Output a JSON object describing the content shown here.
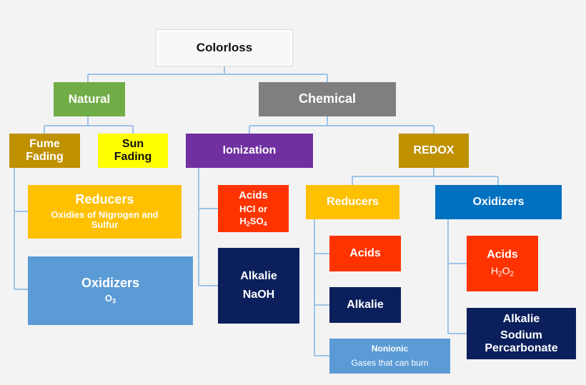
{
  "colors": {
    "connector": "#9dc3e6",
    "green": "#70ad47",
    "gray": "#7f7f7f",
    "dark_gold": "#bf9000",
    "yellow": "#ffff00",
    "purple": "#7030a0",
    "gold": "#ffc000",
    "light_blue": "#5b9bd5",
    "red": "#ff3300",
    "navy": "#0b1f5c",
    "blue": "#0070c0"
  },
  "nodes": {
    "colorloss": {
      "label": "Colorloss"
    },
    "natural": {
      "label": "Natural"
    },
    "chemical": {
      "label": "Chemical"
    },
    "fume_fading": {
      "line1": "Fume",
      "line2": "Fading"
    },
    "sun_fading": {
      "line1": "Sun",
      "line2": "Fading"
    },
    "ionization": {
      "label": "Ionization"
    },
    "redox": {
      "label": "REDOX"
    },
    "natural_reducers": {
      "label": "Reducers",
      "detail_line1": "Oxidies of Nigrogen and",
      "detail_line2": "Sulfur"
    },
    "natural_oxidizers": {
      "label": "Oxidizers",
      "formula_base": "O",
      "formula_sub": "3"
    },
    "ionization_acids": {
      "label": "Acids",
      "detail": "HCl or",
      "formula_a": "H",
      "formula_a_sub": "2",
      "formula_b": "SO",
      "formula_b_sub": "4"
    },
    "ionization_alkalie": {
      "label": "Alkalie",
      "detail": "NaOH"
    },
    "redox_reducers": {
      "label": "Reducers"
    },
    "redox_oxidizers": {
      "label": "Oxidizers"
    },
    "reducers_acids": {
      "label": "Acids"
    },
    "reducers_alkalie": {
      "label": "Alkalie"
    },
    "reducers_nonionic": {
      "label": "Nonionic",
      "detail": "Gases that can burn"
    },
    "oxidizers_acids": {
      "label": "Acids",
      "formula_a": "H",
      "formula_a_sub": "2",
      "formula_b": "O",
      "formula_b_sub": "2"
    },
    "oxidizers_alkalie": {
      "label": "Alkalie",
      "detail_line1": "Sodium",
      "detail_line2": "Percarbonate"
    }
  }
}
